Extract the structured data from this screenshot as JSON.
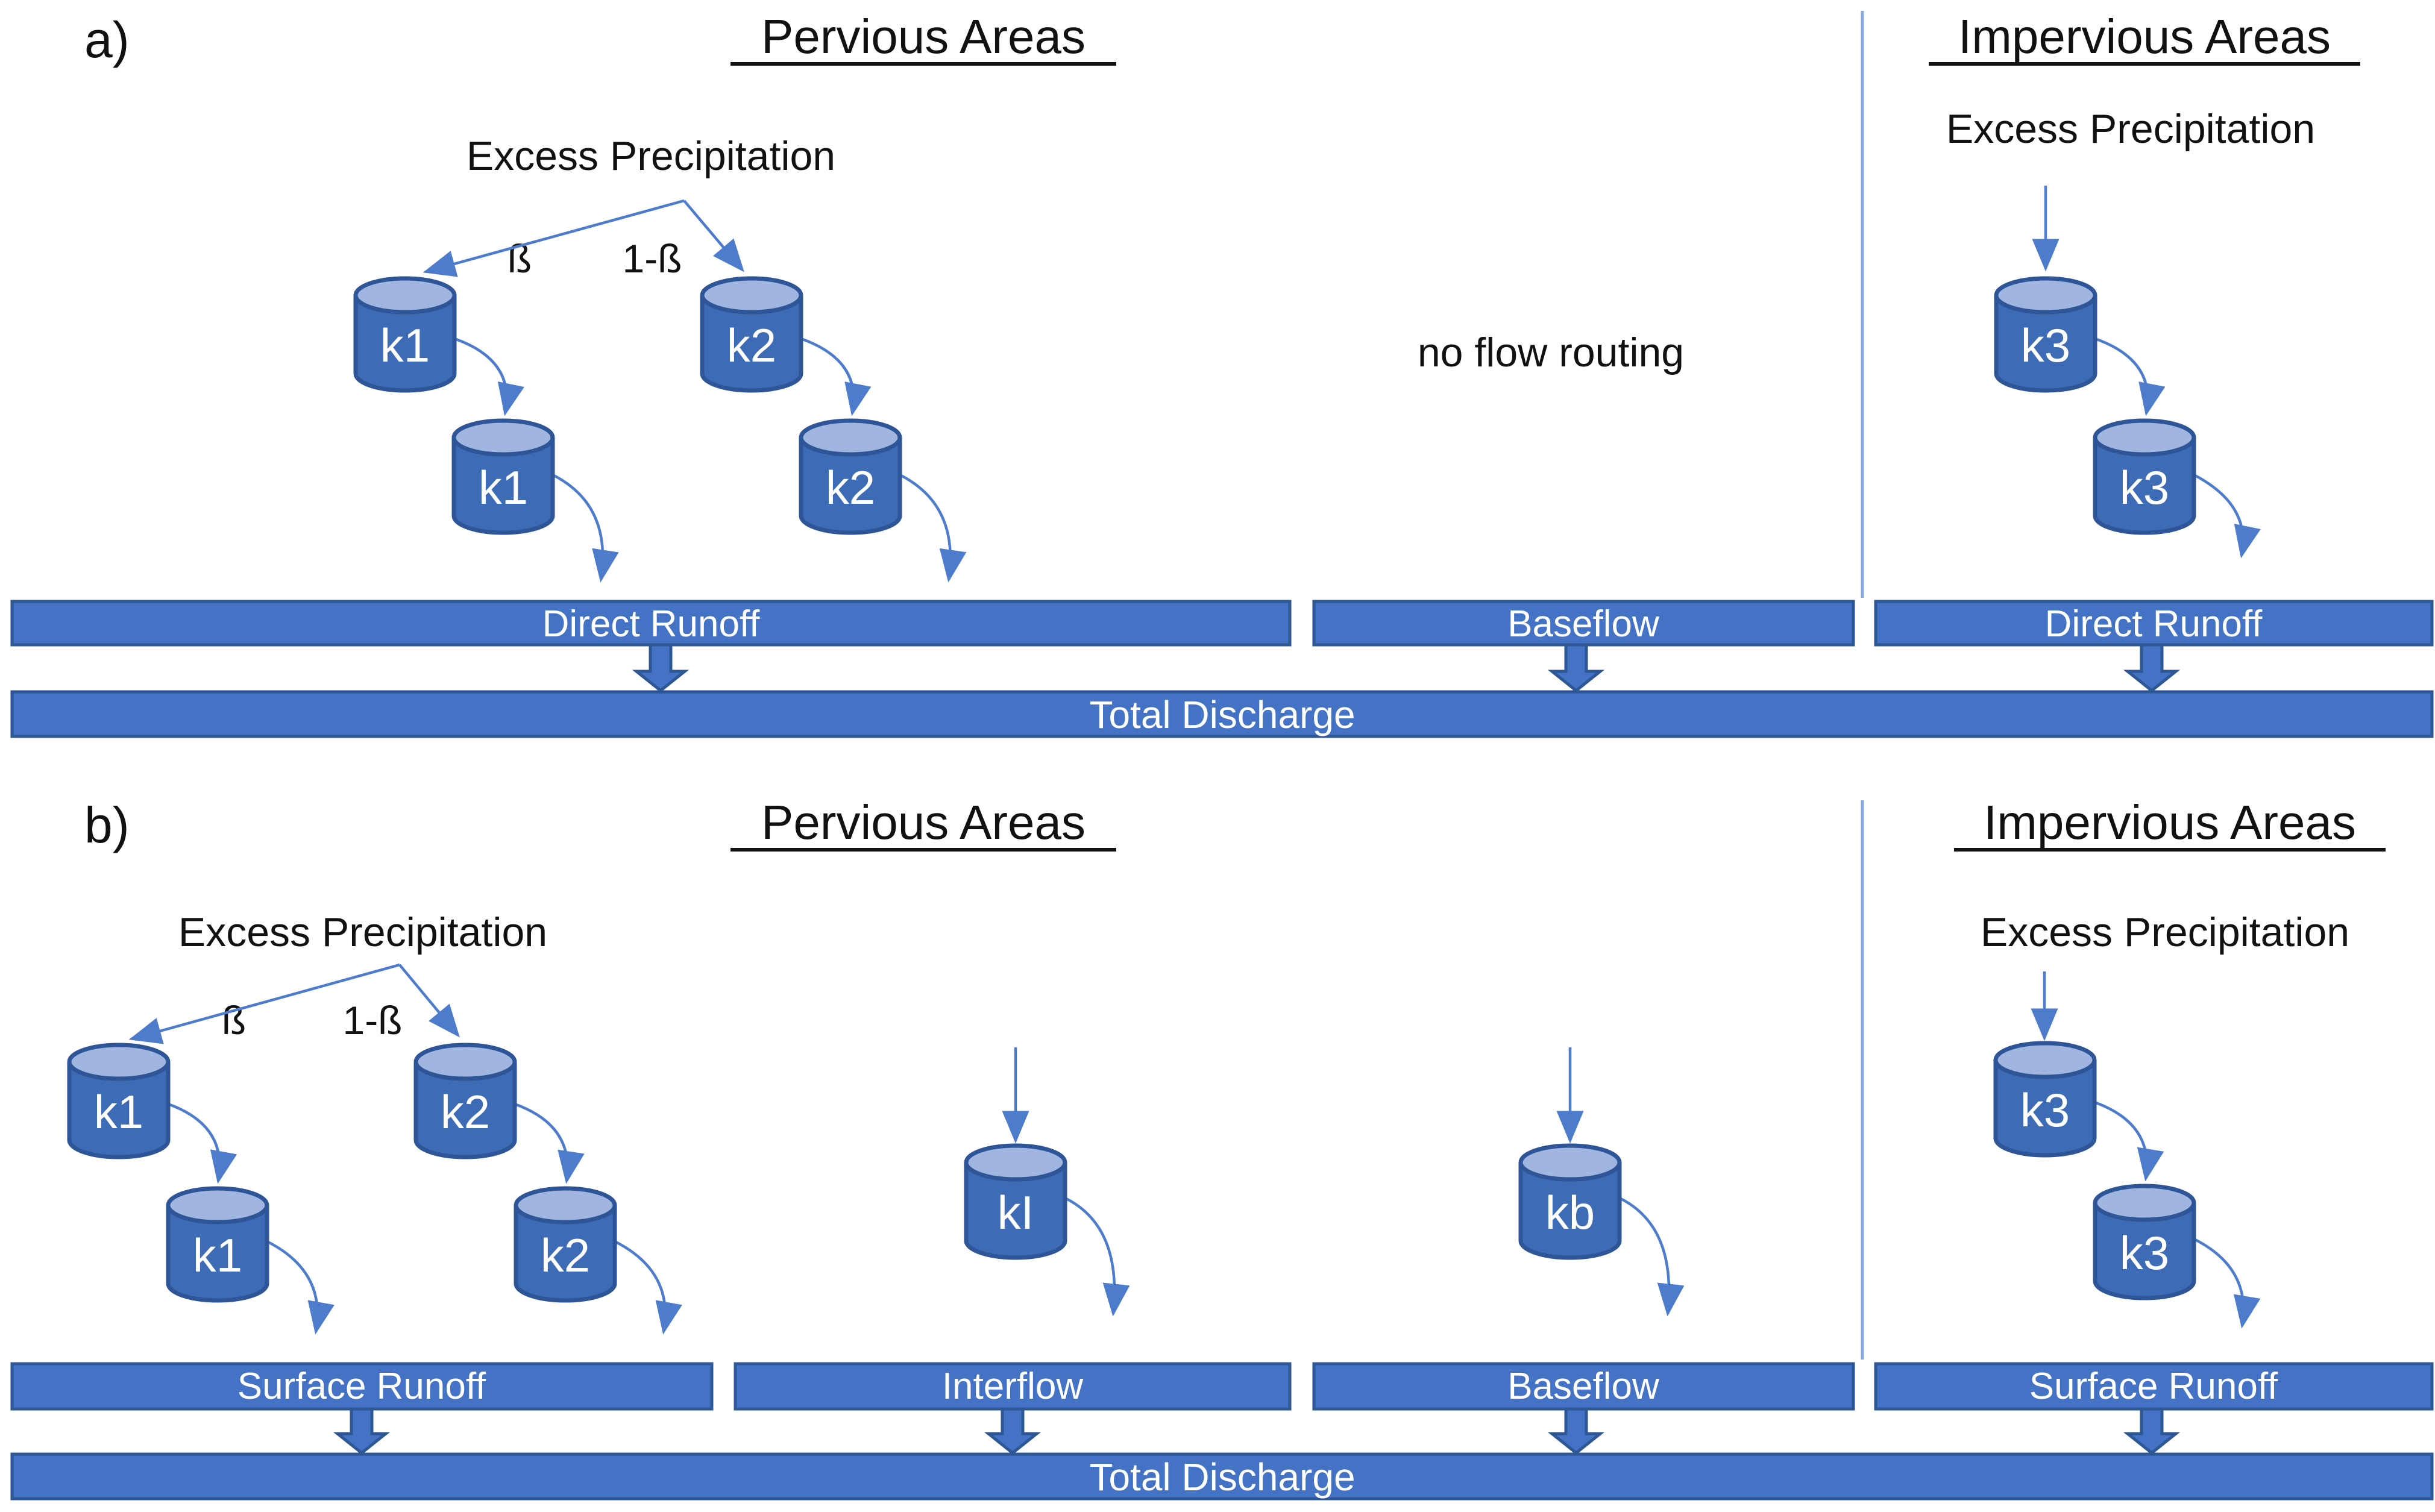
{
  "colors": {
    "bar_fill": "#4472C4",
    "bar_border": "#2E5796",
    "bar_text": "#FFFFFF",
    "cylinder_body": "#3E6BB5",
    "cylinder_top": "#A0B5DF",
    "cylinder_border": "#2E5597",
    "arrow": "#4E7CCC",
    "divider": "#88A9DE",
    "text": "#111111"
  },
  "panel_a": {
    "label": "a)",
    "pervious_title": "Pervious Areas",
    "impervious_title": "Impervious Areas",
    "excess_precipitation_pervious": "Excess Precipitation",
    "excess_precipitation_impervious": "Excess Precipitation",
    "beta_fraction": "ß",
    "one_minus_beta_fraction": "1-ß",
    "no_flow_routing_note": "no flow routing",
    "reservoir_k1": "k1",
    "reservoir_k2": "k2",
    "reservoir_k3": "k3",
    "bar_direct_runoff_pervious": "Direct Runoff",
    "bar_baseflow": "Baseflow",
    "bar_direct_runoff_impervious": "Direct Runoff",
    "bar_total_discharge": "Total Discharge"
  },
  "panel_b": {
    "label": "b)",
    "pervious_title": "Pervious Areas",
    "impervious_title": "Impervious Areas",
    "excess_precipitation_pervious": "Excess Precipitation",
    "excess_precipitation_impervious": "Excess Precipitation",
    "beta_fraction": "ß",
    "one_minus_beta_fraction": "1-ß",
    "reservoir_k1": "k1",
    "reservoir_k2": "k2",
    "reservoir_k3": "k3",
    "reservoir_interflow": "kI",
    "reservoir_baseflow": "kb",
    "bar_surface_runoff_pervious": "Surface Runoff",
    "bar_interflow": "Interflow",
    "bar_baseflow": "Baseflow",
    "bar_surface_runoff_impervious": "Surface Runoff",
    "bar_total_discharge": "Total Discharge"
  }
}
